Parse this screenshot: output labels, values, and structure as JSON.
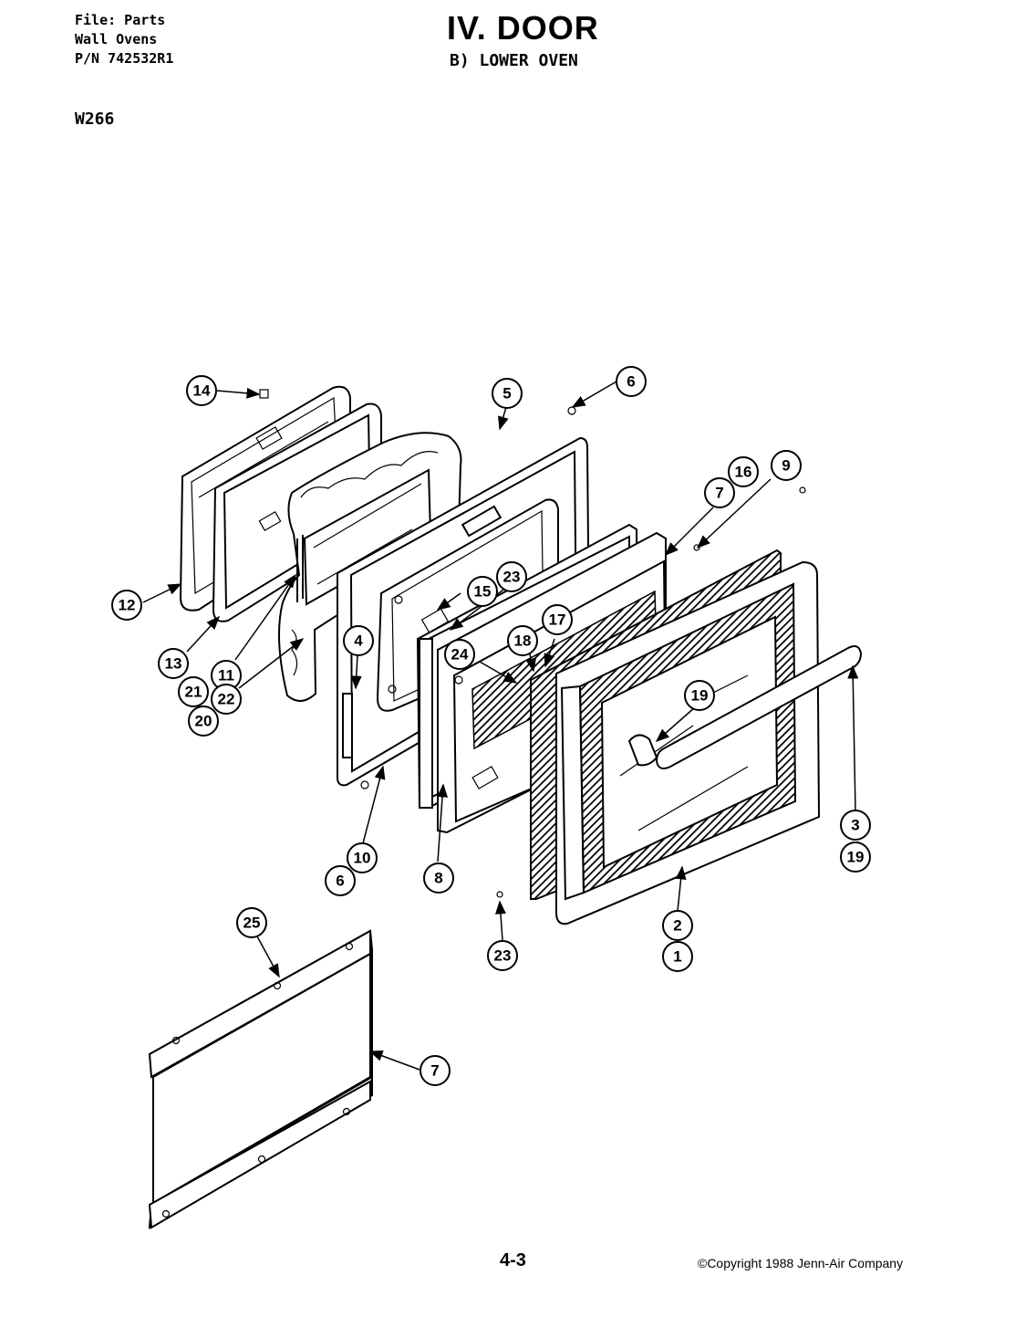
{
  "header": {
    "line1": "File: Parts",
    "line2": "Wall Ovens",
    "line3": "P/N 742532R1"
  },
  "title": "IV. DOOR",
  "subtitle": "B)  LOWER OVEN",
  "model": "W266",
  "callouts": [
    "14",
    "6",
    "5",
    "16",
    "7",
    "9",
    "12",
    "13",
    "11",
    "4",
    "15",
    "23",
    "17",
    "18",
    "24",
    "21",
    "22",
    "20",
    "19",
    "10",
    "6",
    "8",
    "3",
    "19",
    "2",
    "1",
    "23",
    "25",
    "7"
  ],
  "footer": {
    "page": "4-3",
    "copyright": "©Copyright 1988 Jenn-Air Company"
  }
}
